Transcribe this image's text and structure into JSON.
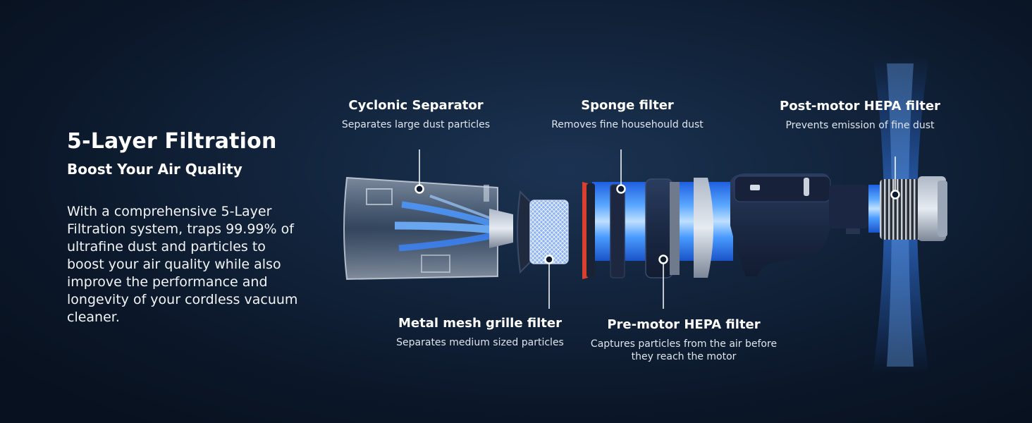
{
  "intro": {
    "title": "5-Layer Filtration",
    "subtitle": "Boost Your Air Quality",
    "body": "With a comprehensive 5-Layer Filtration system, traps 99.99% of ultrafine dust and particles to boost your air quality while also improve the performance and longevity of your cordless vacuum cleaner."
  },
  "callouts": {
    "cyclonic": {
      "title": "Cyclonic Separator",
      "desc": "Separates large dust particles"
    },
    "sponge": {
      "title": "Sponge filter",
      "desc": "Removes fine househould dust"
    },
    "post_motor": {
      "title": "Post-motor HEPA filter",
      "desc": "Prevents emission of fine dust"
    },
    "metal_mesh": {
      "title": "Metal mesh grille filter",
      "desc": "Separates medium sized particles"
    },
    "pre_motor": {
      "title": "Pre-motor HEPA filter",
      "desc": "Captures particles from the air before they reach the motor"
    }
  },
  "colors": {
    "airflow": "#2e7bff",
    "body": "#1d2c4a",
    "gasket": "#d9402e"
  }
}
